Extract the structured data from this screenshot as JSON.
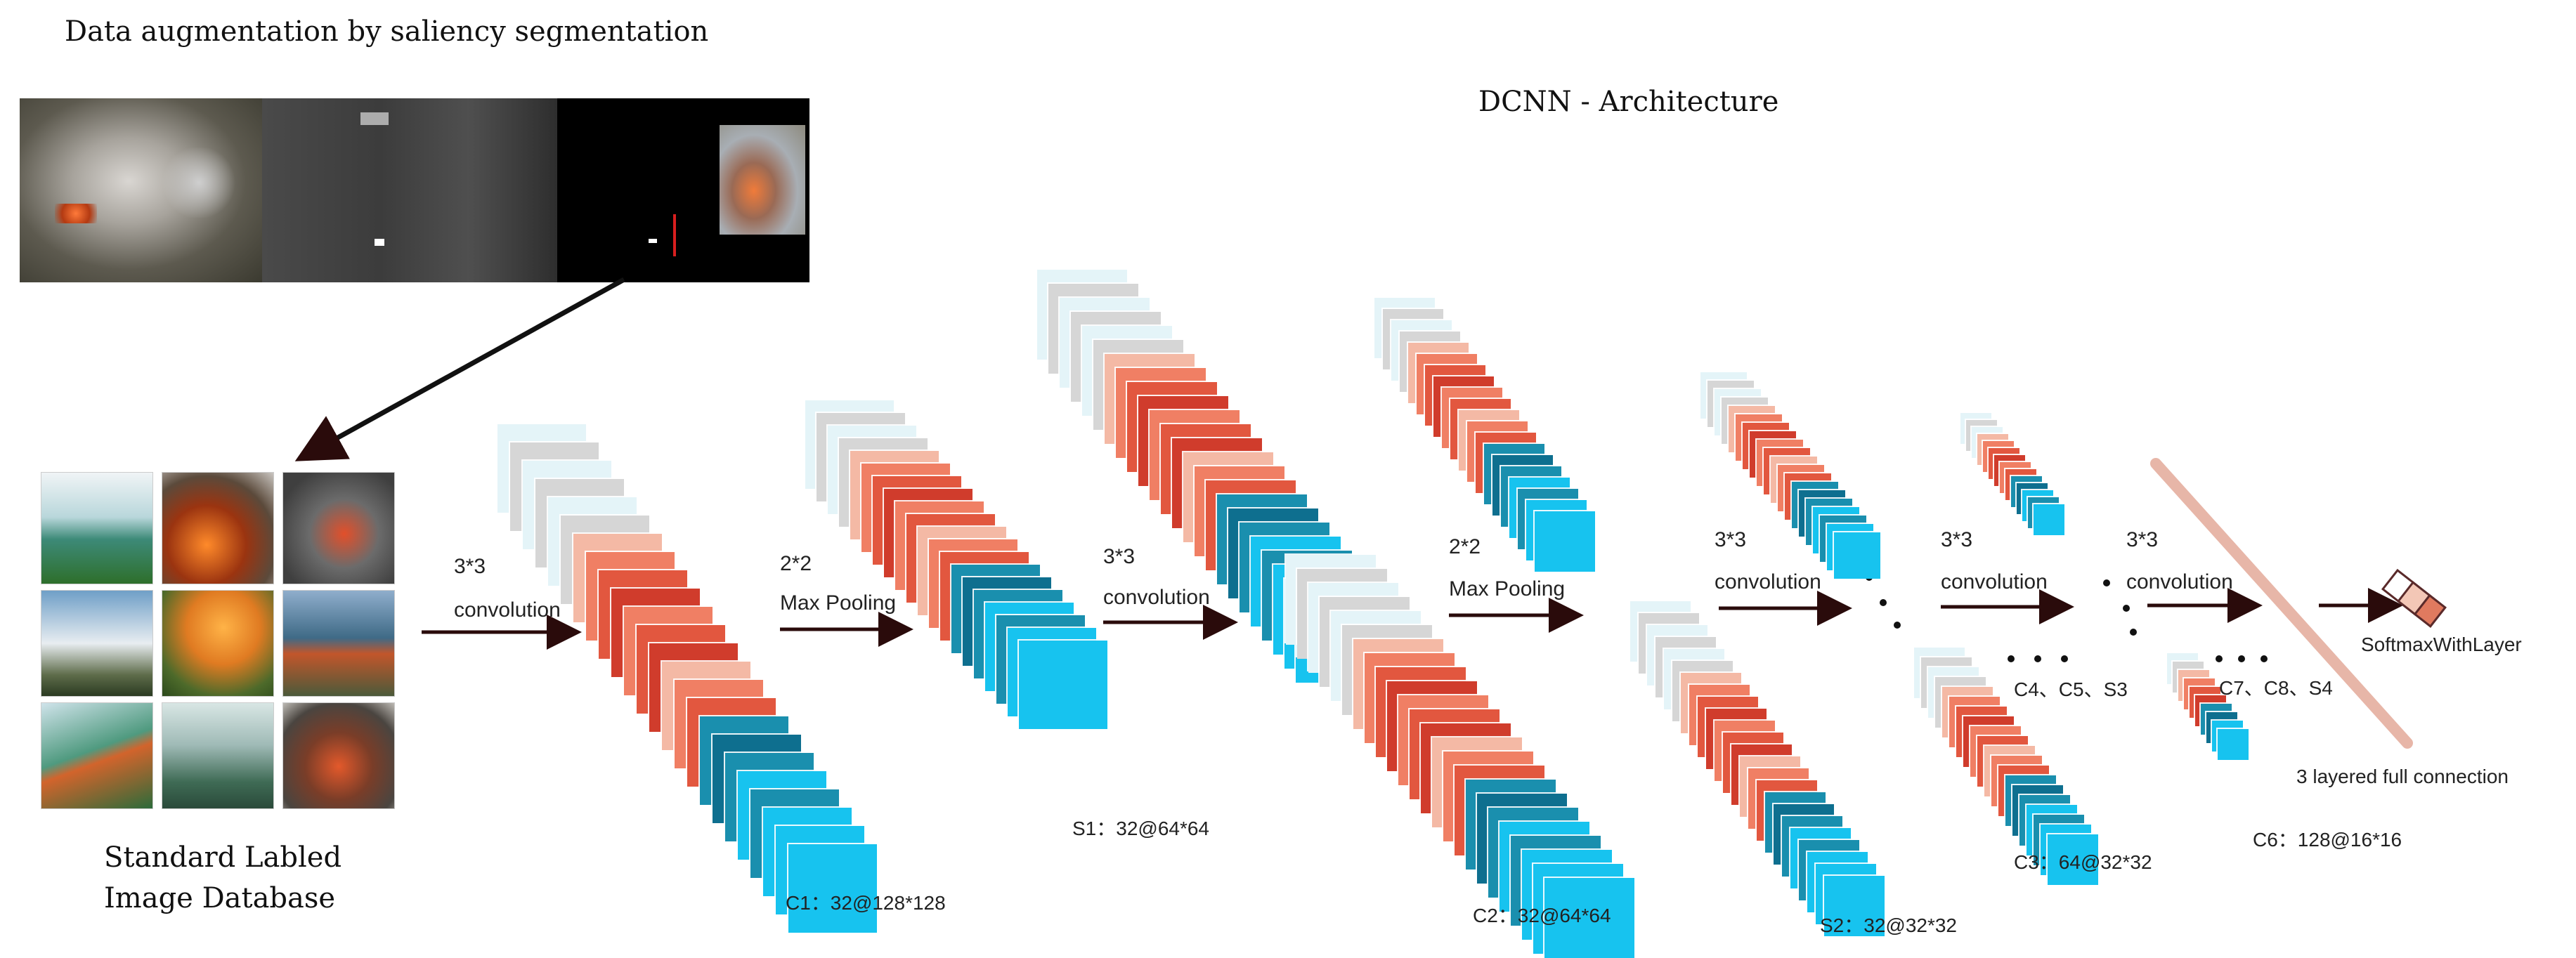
{
  "titles": {
    "augmentation": "Data augmentation by saliency segmentation",
    "architecture": "DCNN - Architecture"
  },
  "database": {
    "caption_line1": "Standard Labled",
    "caption_line2": "Image Database"
  },
  "operations": [
    {
      "line1": "3*3",
      "line2": "convolution"
    },
    {
      "line1": "2*2",
      "line2": "Max Pooling"
    },
    {
      "line1": "3*3",
      "line2": "convolution"
    },
    {
      "line1": "2*2",
      "line2": "Max Pooling"
    },
    {
      "line1": "3*3",
      "line2": "convolution"
    },
    {
      "line1": "3*3",
      "line2": "convolution"
    },
    {
      "line1": "3*3",
      "line2": "convolution"
    }
  ],
  "layers": [
    {
      "label": "C1：32@128*128"
    },
    {
      "label": "S1：32@64*64"
    },
    {
      "label": "C2：32@64*64"
    },
    {
      "label": "S2：32@32*32"
    },
    {
      "label": "C3：64@32*32"
    },
    {
      "label": "C6：128@16*16"
    }
  ],
  "intermediate": {
    "group1": "C4、C5、S3",
    "group2": "C7、C8、S4"
  },
  "output": {
    "softmax": "SoftmaxWithLayer",
    "fc": "3 layered full connection"
  },
  "colors": {
    "gray": "#d6d6d6",
    "pale_blue": "#e4f4f8",
    "light_salmon": "#f4b9a5",
    "salmon": "#f07f64",
    "red": "#e2573f",
    "dark_red": "#d03c2c",
    "teal": "#1a8fae",
    "dark_teal": "#0e6f8f",
    "cyan": "#17c3ef",
    "arrow": "#2a0b0b"
  }
}
